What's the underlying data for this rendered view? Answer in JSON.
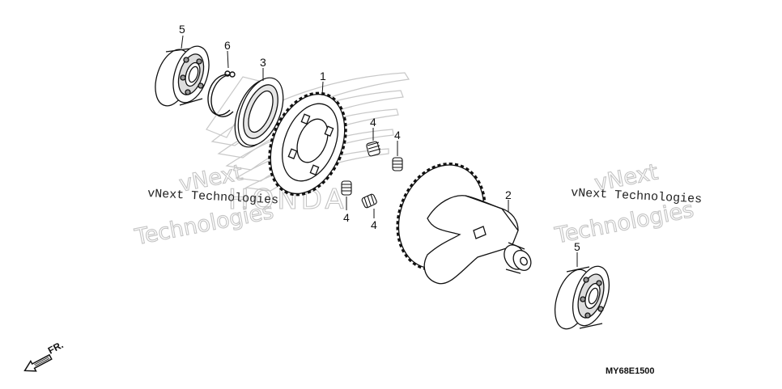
{
  "callouts": {
    "bearing_top": "5",
    "circlip": "6",
    "oil_seal": "3",
    "driven_gear": "1",
    "spring_a": "4",
    "spring_b": "4",
    "spring_c": "4",
    "spring_d": "4",
    "balancer_shaft": "2",
    "bearing_bottom": "5"
  },
  "watermarks": {
    "left_small": "vNext Technologies",
    "left_big": "Technologies",
    "left_big_top": "vNext",
    "right_small": "vNext Technologies",
    "right_big": "Technologies",
    "right_big_top": "vNext",
    "center_logo": "HONDA"
  },
  "direction_label": "FR.",
  "diagram_code": "MY68E1500",
  "colors": {
    "line": "#111111",
    "watermark": "#c4c4c4",
    "background": "#ffffff"
  }
}
